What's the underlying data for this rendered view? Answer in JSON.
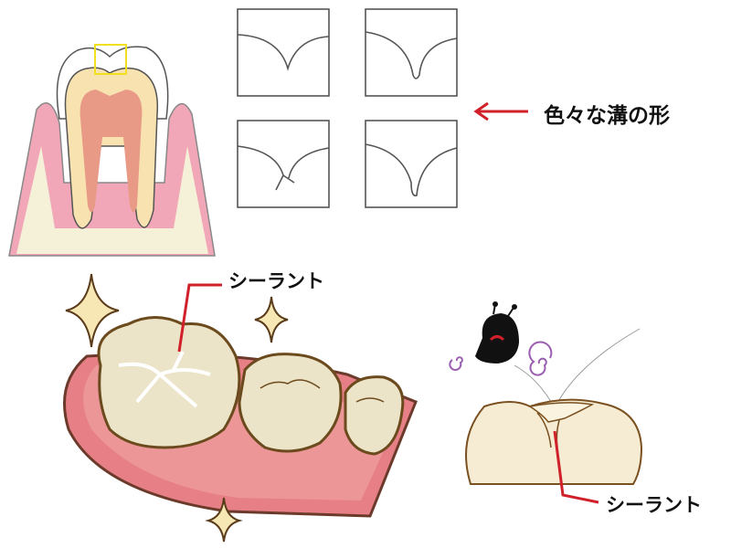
{
  "labels": {
    "groove_shapes": "色々な溝の形",
    "sealant_molars": "シーラント",
    "sealant_section": "シーラント"
  },
  "colors": {
    "leader_red": "#d0202a",
    "gum_pink": "#f2a7b8",
    "enamel_cream": "#f5ecd3",
    "pulp_salmon": "#e89a86",
    "outline_brown": "#6b4a1e",
    "highlight_yellow": "#f0e020"
  }
}
